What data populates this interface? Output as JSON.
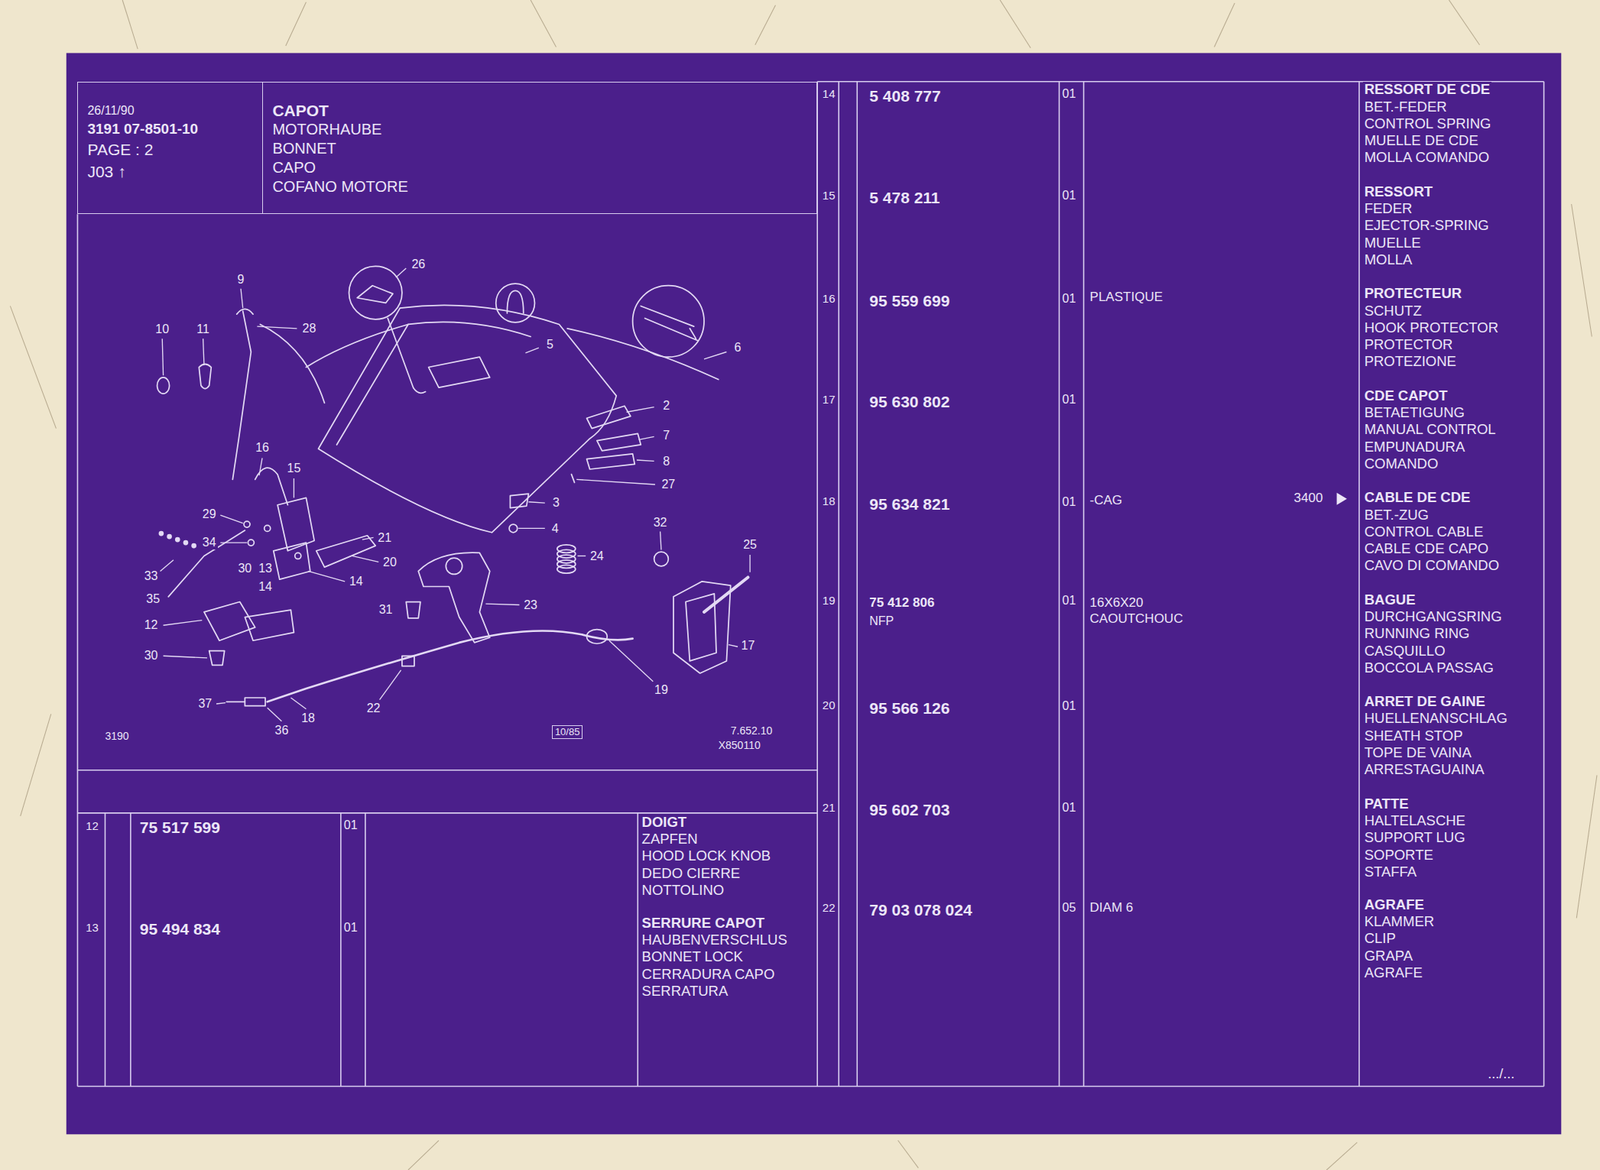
{
  "diagram": {
    "nodes": [
      {
        "text": [
          "26/11/90",
          "3191 07-8501-10",
          "PAGE : 2",
          "J03 ↑"
        ]
      },
      {
        "text": [
          "CAPOT",
          "MOTORHAUBE",
          "BONNET",
          "CAPO",
          "COFANO MOTORE"
        ]
      },
      {
        "text": [
          "10/85"
        ]
      }
    ],
    "labels": [
      "26",
      "9",
      "10",
      "11",
      "28",
      "5",
      "6",
      "2",
      "7",
      "8",
      "27",
      "16",
      "15",
      "3",
      "4",
      "32",
      "25",
      "24",
      "29",
      "34",
      "21",
      "20",
      "30",
      "13",
      "14",
      "14",
      "33",
      "35",
      "12",
      "31",
      "23",
      "17",
      "30",
      "19",
      "22",
      "37",
      "18",
      "36",
      "3190",
      "7.652.10",
      "X850110",
      "12",
      "75 517 599",
      "01",
      "DOIGT",
      "ZAPFEN",
      "HOOD LOCK KNOB",
      "DEDO CIERRE",
      "NOTTOLINO",
      "13",
      "95 494 834",
      "01",
      "SERRURE CAPOT",
      "HAUBENVERSCHLUS",
      "BONNET LOCK",
      "CERRADURA CAPO",
      "SERRATURA",
      "14",
      "5 408 777",
      "01",
      "RESSORT DE CDE",
      "BET.-FEDER",
      "CONTROL SPRING",
      "MUELLE DE CDE",
      "MOLLA COMANDO",
      "15",
      "5 478 211",
      "01",
      "RESSORT",
      "FEDER",
      "EJECTOR-SPRING",
      "MUELLE",
      "MOLLA",
      "16",
      "95 559 699",
      "01",
      "PLASTIQUE",
      "PROTECTEUR",
      "SCHUTZ",
      "HOOK PROTECTOR",
      "PROTECTOR",
      "PROTEZIONE",
      "17",
      "95 630 802",
      "01",
      "CDE CAPOT",
      "BETAETIGUNG",
      "MANUAL CONTROL",
      "EMPUNADURA",
      "COMANDO",
      "18",
      "95 634 821",
      "01",
      "-CAG",
      "3400",
      "CABLE DE CDE",
      "BET.-ZUG",
      "CONTROL CABLE",
      "CABLE CDE CAPO",
      "CAVO DI COMANDO",
      "19",
      "75 412 806",
      "01",
      "NFP",
      "16X6X20",
      "CAOUTCHOUC",
      "BAGUE",
      "DURCHGANGSRING",
      "RUNNING RING",
      "CASQUILLO",
      "BOCCOLA PASSAG",
      "20",
      "95 566 126",
      "01",
      "ARRET DE GAINE",
      "HUELLENANSCHLAG",
      "SHEATH STOP",
      "TOPE DE VAINA",
      "ARRESTAGUAINA",
      "21",
      "95 602 703",
      "01",
      "PATTE",
      "HALTELASCHE",
      "SUPPORT LUG",
      "SOPORTE",
      "STAFFA",
      "22",
      "79 03 078 024",
      "05",
      "DIAM 6",
      "AGRAFE",
      "KLAMMER",
      "CLIP",
      "GRAPA",
      "AGRAFE",
      ".../..."
    ]
  }
}
